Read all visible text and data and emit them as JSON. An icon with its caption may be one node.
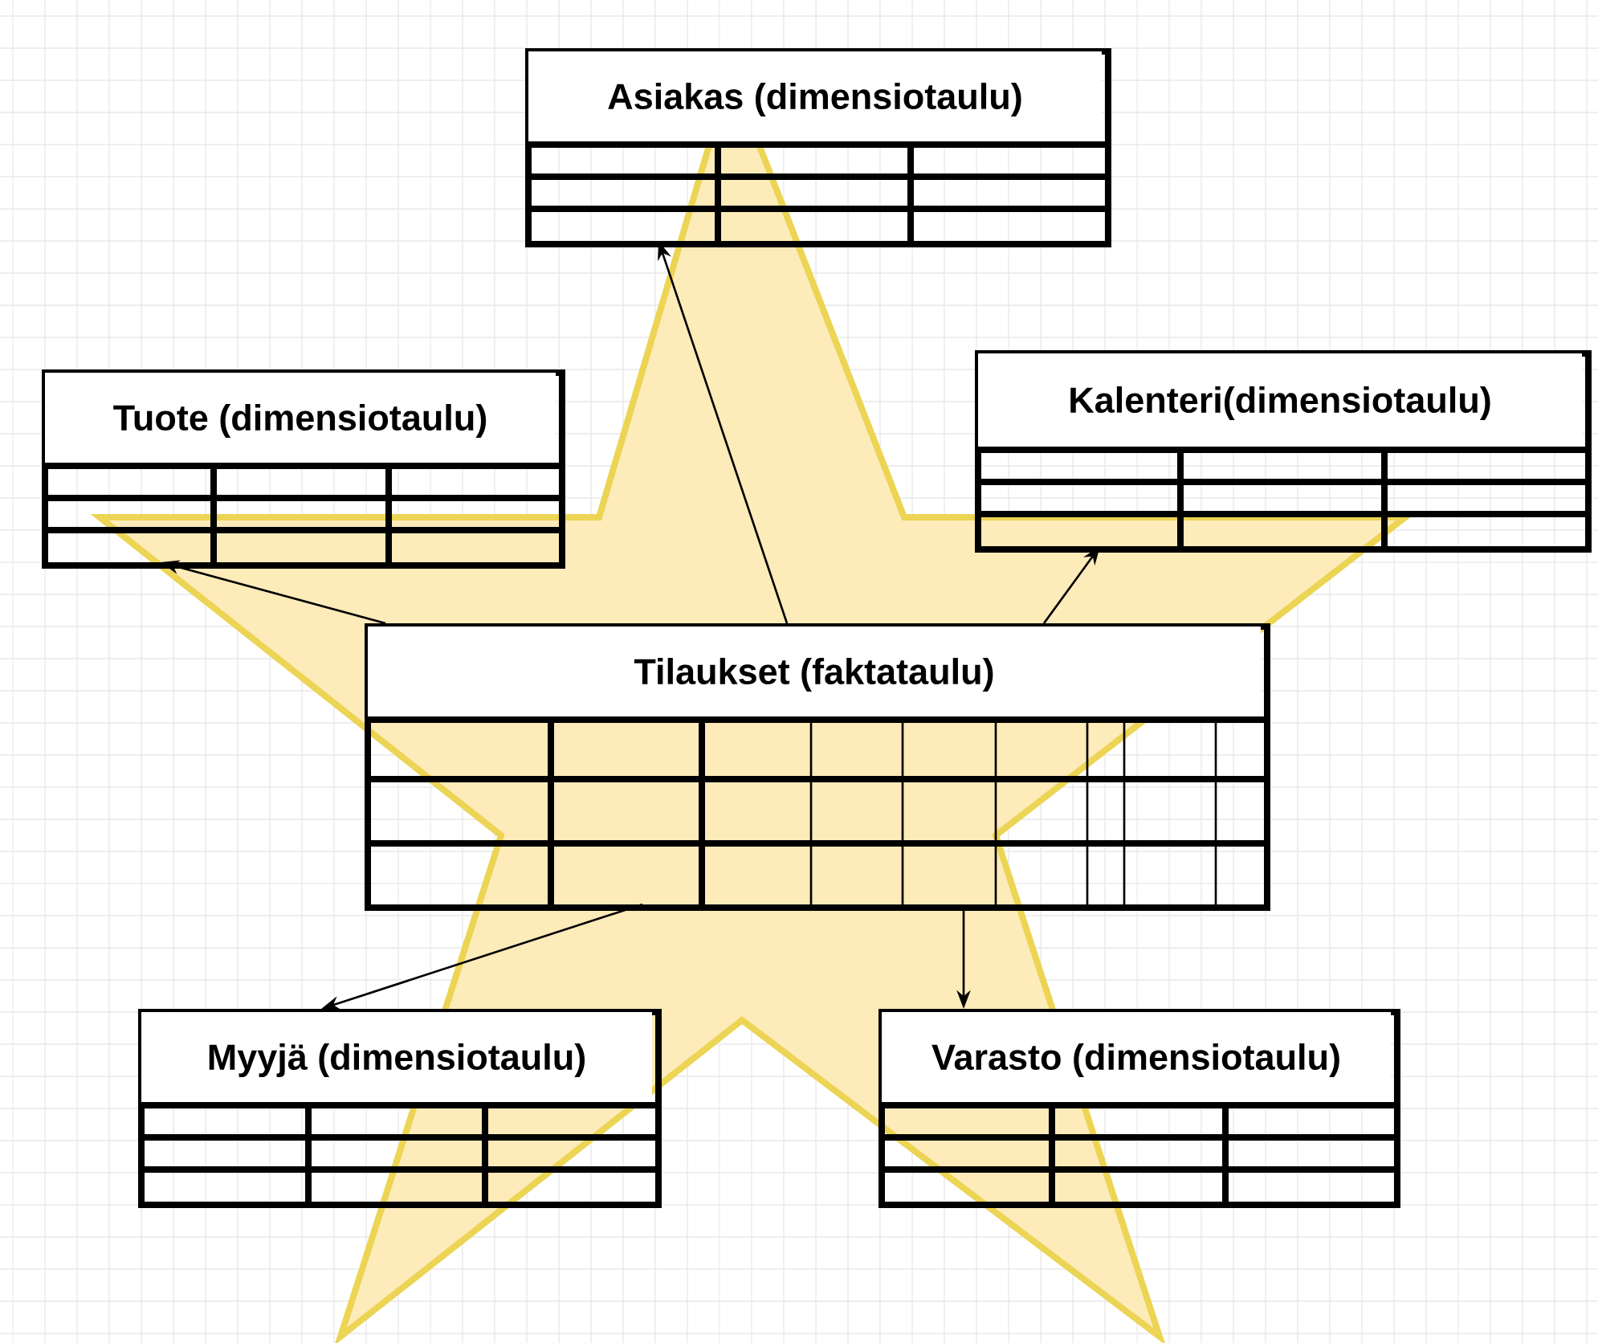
{
  "diagram": {
    "nodes": [
      {
        "text": [
          "Asiakas (dimensiotaulu)"
        ]
      },
      {
        "text": [
          "Tuote (dimensiotaulu)"
        ]
      },
      {
        "text": [
          "Kalenteri(dimensiotaulu)"
        ]
      },
      {
        "text": [
          "Tilaukset (faktataulu)"
        ]
      },
      {
        "text": [
          "Myyjä (dimensiotaulu)"
        ]
      },
      {
        "text": [
          "Varasto (dimensiotaulu)"
        ]
      }
    ],
    "edges": [
      {
        "from": 3,
        "to": 0,
        "arrow": "to"
      },
      {
        "from": 3,
        "to": 1,
        "arrow": "to"
      },
      {
        "from": 3,
        "to": 2,
        "arrow": "to"
      },
      {
        "from": 3,
        "to": 4,
        "arrow": "to"
      },
      {
        "from": 3,
        "to": 5,
        "arrow": "to"
      }
    ]
  }
}
